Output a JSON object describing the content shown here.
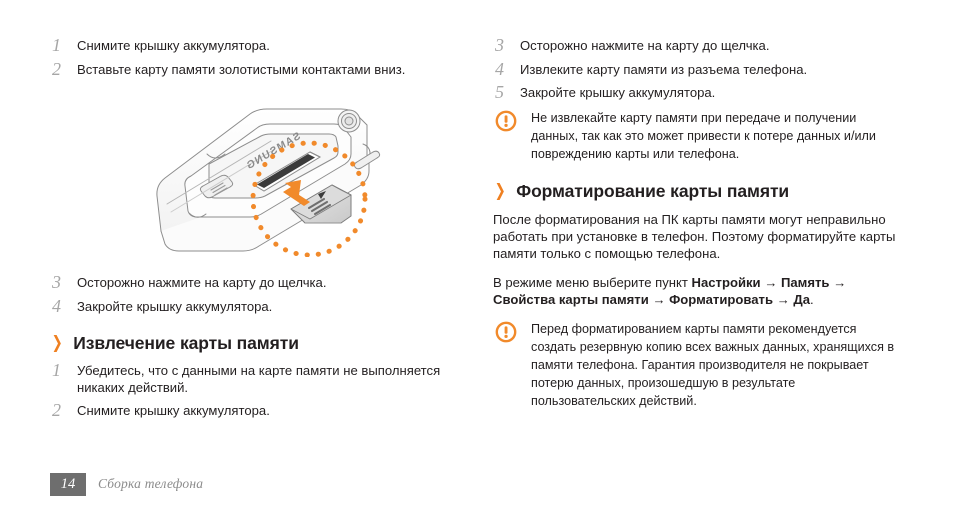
{
  "colors": {
    "accent_orange": "#ef8021",
    "text": "#231f20",
    "step_number_gray": "#a6a6a6",
    "footer_gray": "#8c8c8c",
    "page_badge_gray": "#6e6e6e"
  },
  "left_column": {
    "steps_top": [
      {
        "number": "1",
        "text": "Снимите крышку аккумулятора."
      },
      {
        "number": "2",
        "text": "Вставьте карту памяти золотистыми контактами вниз."
      }
    ],
    "illustration": {
      "name": "phone-memory-card-insertion",
      "brand_label": "SAMSUNG",
      "highlight": "dotted-circle",
      "arrow": "insert-arrow"
    },
    "steps_after_illustration": [
      {
        "number": "3",
        "text": "Осторожно нажмите на карту до щелчка."
      },
      {
        "number": "4",
        "text": "Закройте крышку аккумулятора."
      }
    ],
    "section": {
      "chevron": "❯",
      "title": "Извлечение карты памяти",
      "steps": [
        {
          "number": "1",
          "text": "Убедитесь, что с данными на карте памяти не выполняется никаких действий."
        },
        {
          "number": "2",
          "text": "Снимите крышку аккумулятора."
        }
      ]
    }
  },
  "right_column": {
    "steps_top": [
      {
        "number": "3",
        "text": "Осторожно нажмите на карту до щелчка."
      },
      {
        "number": "4",
        "text": "Извлеките карту памяти из разъема телефона."
      },
      {
        "number": "5",
        "text": "Закройте крышку аккумулятора."
      }
    ],
    "note_top": {
      "icon": "caution-exclamation-icon",
      "text": "Не извлекайте карту памяти при передаче и получении данных, так как это может привести к потере данных и/или повреждению карты или телефона."
    },
    "section": {
      "chevron": "❯",
      "title": "Форматирование карты памяти",
      "paragraph": "После форматирования на ПК карты памяти могут неправильно работать при установке в телефон. Поэтому форматируйте карты памяти только с помощью телефона.",
      "menu_path": {
        "prefix": "В режиме меню выберите пункт ",
        "items": [
          "Настройки",
          "Память",
          "Свойства карты памяти",
          "Форматировать",
          "Да"
        ],
        "separator": "→",
        "suffix": "."
      }
    },
    "note_bottom": {
      "icon": "caution-exclamation-icon",
      "text": "Перед форматированием карты памяти рекомендуется создать резервную копию всех важных данных, хранящихся в памяти телефона. Гарантия производителя не покрывает потерю данных, произошедшую в результате пользовательских действий."
    }
  },
  "footer": {
    "page_number": "14",
    "chapter_title": "Сборка телефона"
  }
}
